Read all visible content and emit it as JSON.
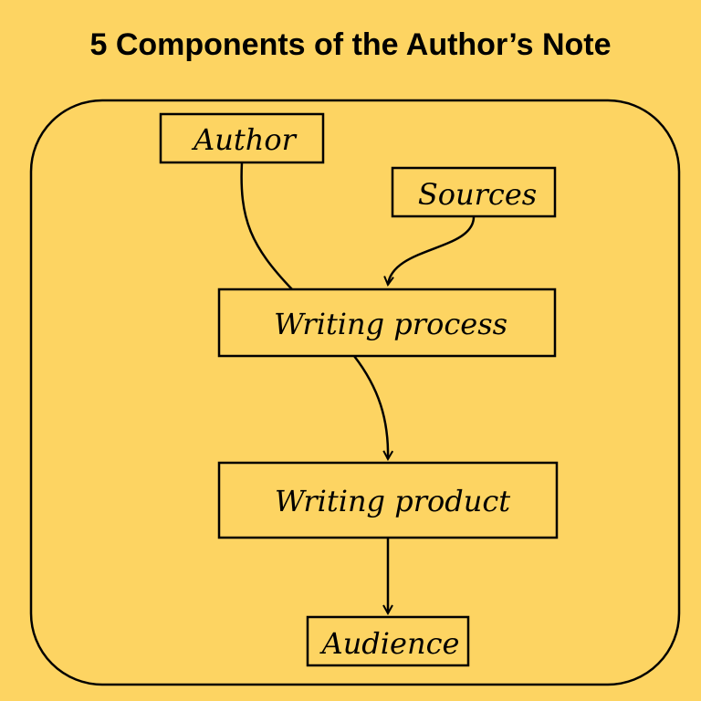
{
  "title": "5 Components of the Author’s Note",
  "colors": {
    "background": "#fdd462",
    "stroke": "#000000"
  },
  "nodes": {
    "author": "Author",
    "sources": "Sources",
    "writing_process": "Writing process",
    "writing_product": "Writing product",
    "audience": "Audience"
  }
}
